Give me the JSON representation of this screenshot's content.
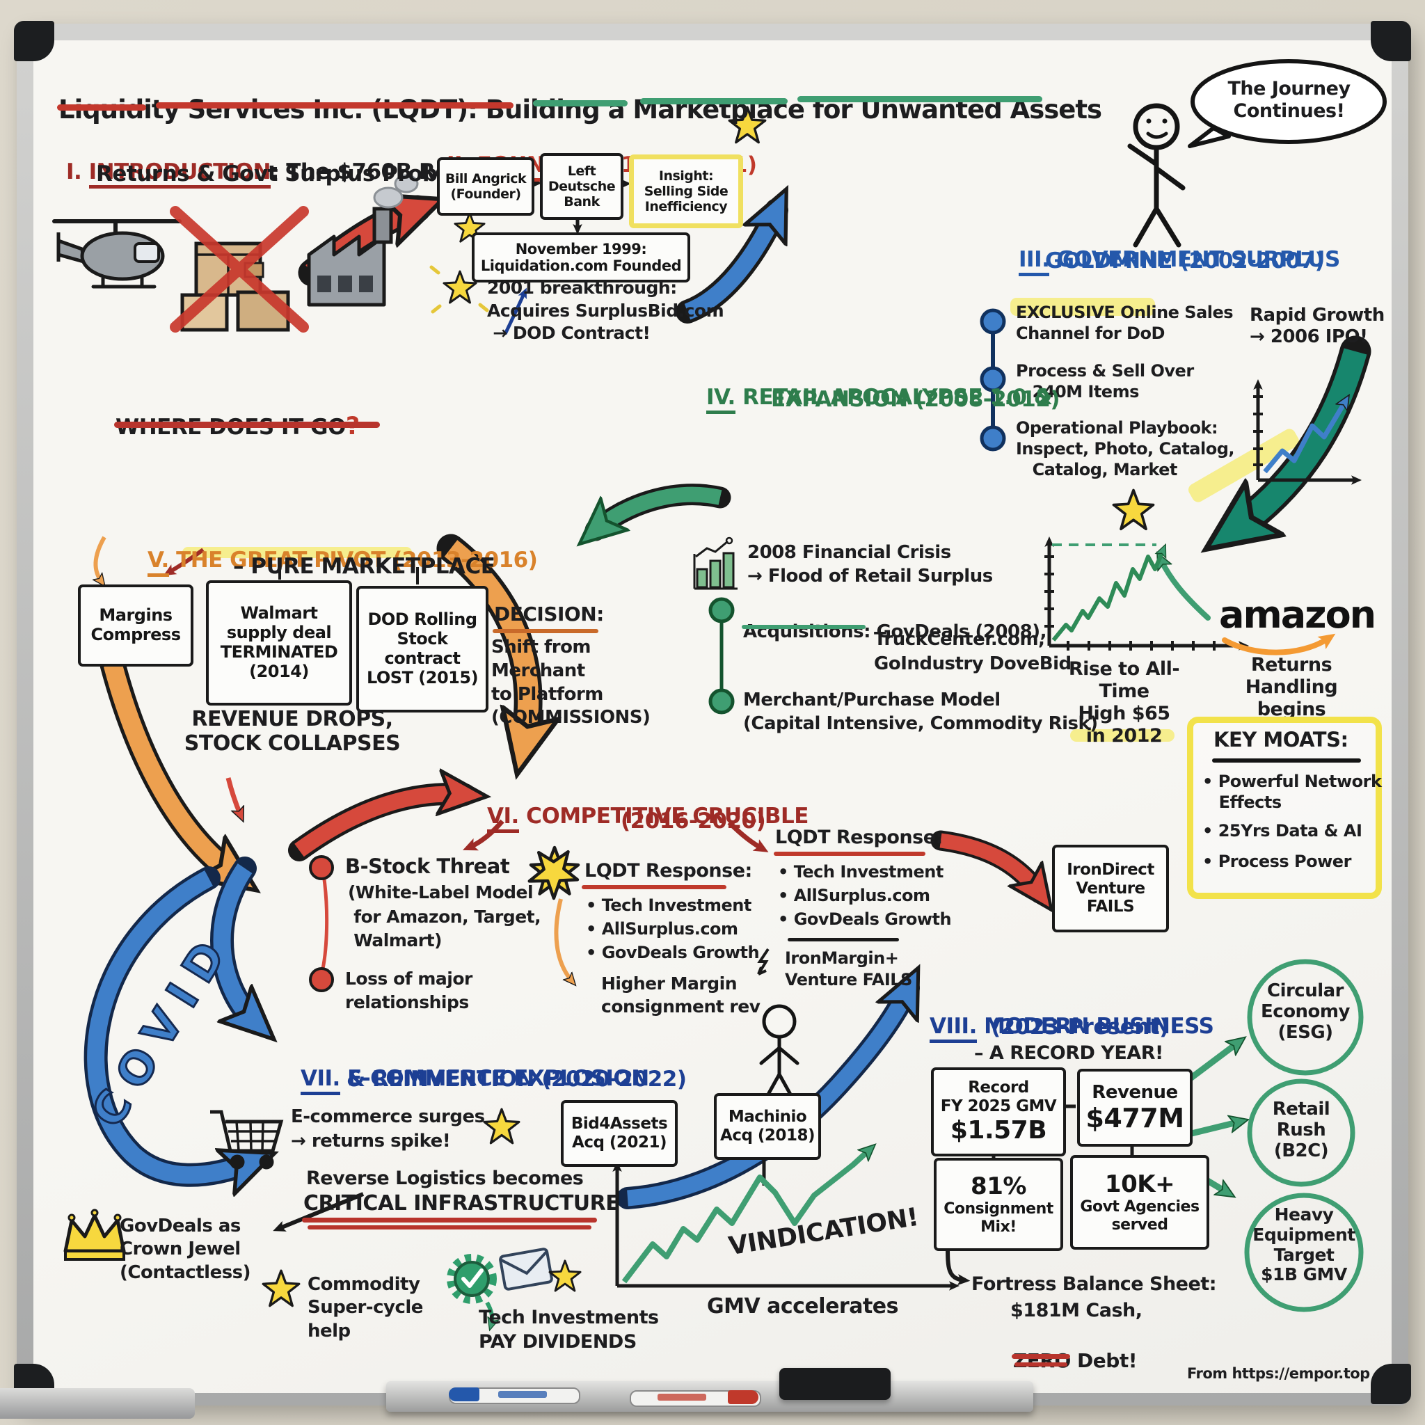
{
  "title": {
    "part1": "Liquidity Services Inc. (LQDT):",
    "part2": " Building a Marketplace for Unwanted Assets"
  },
  "journey": {
    "bubble": "The Journey\nContinues!"
  },
  "source": {
    "label": "From https://empor.top"
  },
  "intro": {
    "num": "I. ",
    "heading": "INTRODUCTION",
    "heading_rest": ": The $760B Retail",
    "heading_line2": "Returns & Govt Surplus Problem",
    "question": "WHERE DOES IT GO",
    "qmark": "?"
  },
  "founding": {
    "num": "II. ",
    "heading": "FOUNDING",
    "years": " (1999-2001)",
    "founder_box": "Bill Angrick\n(Founder)",
    "bank_box": "Left\nDeutsche\nBank",
    "insight_box": "Insight:\nSelling Side\nInefficiency",
    "founded_box": "November 1999:\nLiquidation.com Founded",
    "breakthrough": "2001 breakthrough:\nAcquires SurplusBid.com\n → DOD Contract!"
  },
  "goldmine": {
    "num": "III.",
    "heading1": " GOVERNMENT SURPLUS",
    "heading2": "GOLDMINE (2002-2007)",
    "point1": "EXCLUSIVE Online Sales\nChannel for DoD",
    "point2": "Process & Sell Over\n   240M Items",
    "point3": "Operational Playbook:\nInspect, Photo, Catalog,\n   Catalog, Market",
    "growth": "Rapid Growth\n→ 2006 IPO!"
  },
  "apocalypse": {
    "num": "IV.",
    "heading1": " RETAIL APOCALYPSE 1.0 &",
    "heading2": "EXPANSION (2008-2012)",
    "crisis": "2008 Financial Crisis\n→ Flood of Retail Surplus",
    "acq_label": "Acquisitions:",
    "acq_first": " GovDeals (2008),",
    "acq_rest": "TruckCenter.com,\nGoIndustry DoveBid",
    "model": "Merchant/Purchase Model\n(Capital Intensive, Commodity Risk)",
    "chart_caption": "Rise to All-Time\nHigh $65\nin 2012",
    "amazon": "amazon",
    "amazon_caption": "Returns Handling\nbegins"
  },
  "moats": {
    "heading": "KEY MOATS:",
    "item1": "• Powerful Network\n   Effects",
    "item2": "• 25Yrs Data & AI",
    "item3": "• Process Power"
  },
  "pivot": {
    "num": "V.",
    "heading": " THE GREAT PIVOT (2013-2016)",
    "subtitle": "– PURE MARKETPLACE",
    "margins_box": "Margins\nCompress",
    "walmart_box": "Walmart\nsupply deal\nTERMINATED\n(2014)",
    "dod_box": "DOD Rolling\nStock\ncontract\nLOST (2015)",
    "decision_label": "DECISION:",
    "decision_body": "Shift from\nMerchant\nto Platform\n(COMMISSIONS)",
    "collapse": "REVENUE DROPS,\nSTOCK COLLAPSES"
  },
  "crucible": {
    "num": "VI.",
    "heading": " COMPETITIVE CRUCIBLE",
    "years": "(2016-2020)",
    "covid": "COVID",
    "threat_title": "B-Stock Threat",
    "threat_body": "(White-Label Model\n for Amazon, Target,\n Walmart)",
    "loss": "Loss of major\nrelationships",
    "response1_title": "LQDT Response:",
    "response1_items": "• Tech Investment\n• AllSurplus.com\n• GovDeals Growth",
    "response1_extra": "Higher Margin\nconsignment rev",
    "response2_title": "LQDT Response:",
    "response2_items": "• Tech Investment\n• AllSurplus.com\n• GovDeals Growth",
    "response2_extra": "IronMargin+\nVenture FAILS",
    "irondirect_box": "IronDirect\nVenture\nFAILS"
  },
  "ecommerce": {
    "num": "VII.",
    "heading1": " E-COMMERCE EXPLOSION",
    "heading2": "& REINVENTION (2020-2022)",
    "surge": "E-commerce surges\n→ returns spike!",
    "reverse1": "Reverse Logistics becomes",
    "reverse2": "CRITICAL INFRASTRUCTURE",
    "crown": "GovDeals as\nCrown Jewel\n(Contactless)",
    "commodity": "Commodity\nSuper-cycle\nhelp",
    "tech": "Tech Investments\nPAY DIVIDENDS",
    "bid4assets_box": "Bid4Assets\nAcq (2021)",
    "machinio_box": "Machinio\nAcq (2018)",
    "vindication": "VINDICATION!",
    "gmv": "GMV accelerates"
  },
  "modern": {
    "num": "VIII.",
    "heading": " MODERN BUSINESS",
    "years": "(2023-Present)",
    "subtitle": "– A RECORD YEAR!",
    "gmv_l1": "Record",
    "gmv_l2": "FY 2025 GMV",
    "gmv_l3": "$1.57B",
    "rev_l1": "Revenue",
    "rev_l2": "$477M",
    "mix_l1": "81%",
    "mix_l2": "Consignment\nMix!",
    "ag_l1": "10K+",
    "ag_l2": "Govt Agencies\nserved",
    "fortress1": "Fortress Balance Sheet:",
    "fortress2": "$181M Cash,",
    "zero": "ZERO",
    "zero_rest": " Debt!",
    "circle1": "Circular\nEconomy\n(ESG)",
    "circle2": "Retail\nRush\n(B2C)",
    "circle3": "Heavy\nEquipment\nTarget\n$1B GMV"
  },
  "colors": {
    "red": "#c0392b",
    "dark_red": "#9e2b26",
    "orange": "#e8913f",
    "blue": "#3f7fc9",
    "navy": "#1d3f94",
    "green": "#3f9e72",
    "teal": "#17866d",
    "yellow": "#f7d83e",
    "highlight": "#f6ec7d",
    "amazon_orange": "#f49a33"
  }
}
